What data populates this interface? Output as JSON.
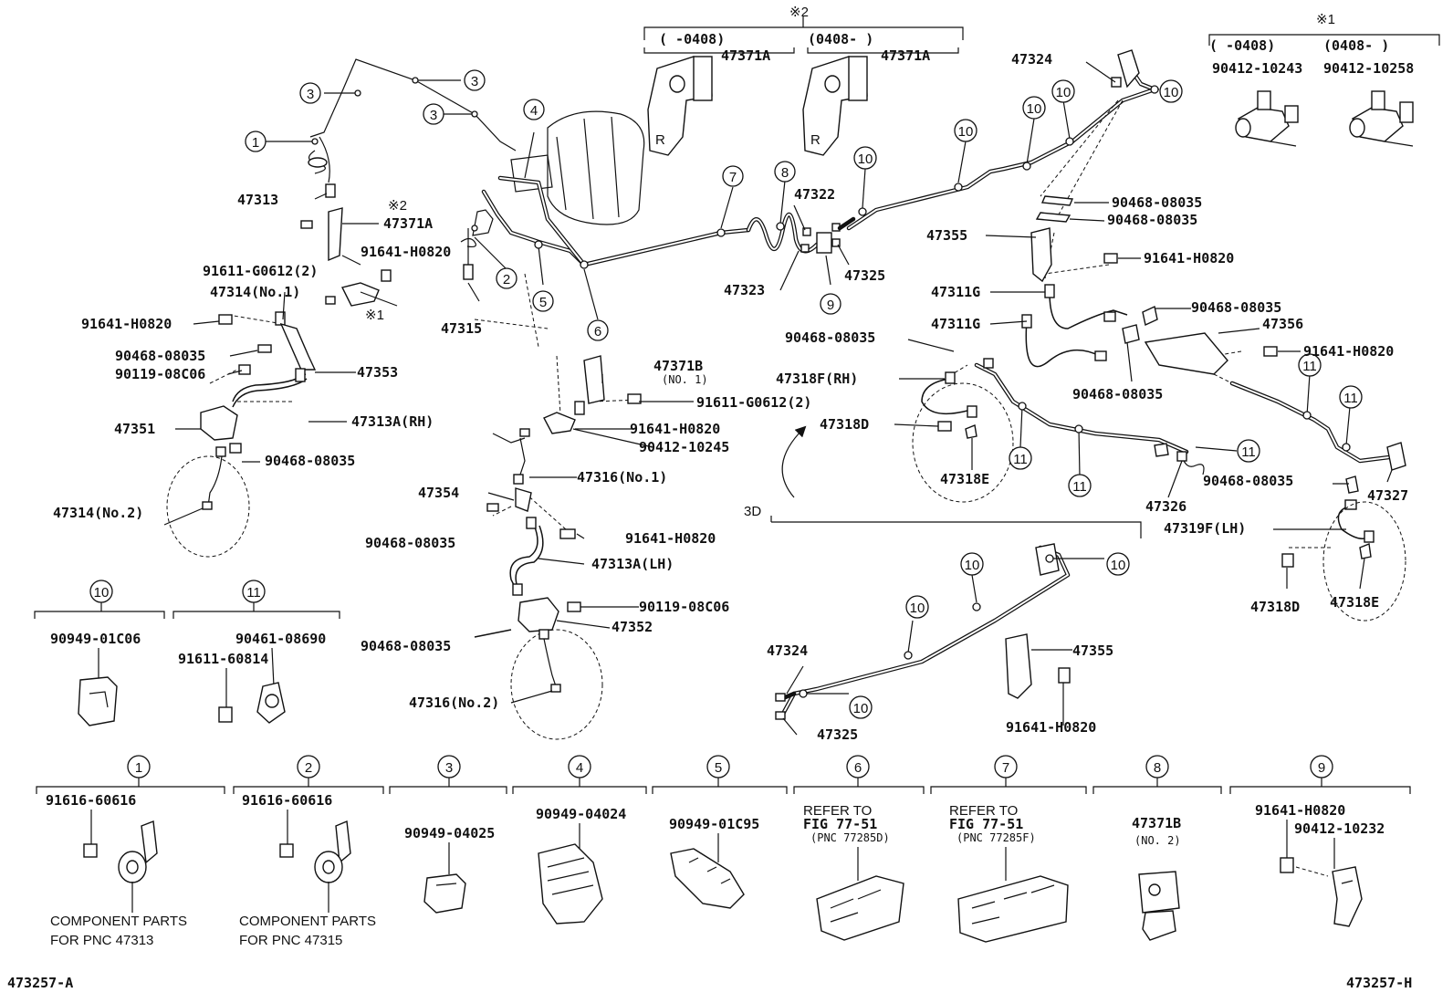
{
  "diagram": {
    "footer": {
      "left": "473257-A",
      "right": "473257-H"
    },
    "markers": {
      "x2": "※2",
      "x1": "※1"
    },
    "ranges": {
      "r1": "(   -0408)",
      "r2": "(0408-     )",
      "r3": "(   -0408)",
      "r4": "(0408-     )"
    },
    "circled": {
      "n1": "1",
      "n2": "2",
      "n3": "3",
      "n4": "4",
      "n5": "5",
      "n6": "6",
      "n7": "7",
      "n8": "8",
      "n9": "9",
      "n10": "10",
      "n11": "11"
    },
    "parts": {
      "p47371A": "47371A",
      "p47324": "47324",
      "p9041210243": "90412-10243",
      "p9041210258": "90412-10258",
      "p47313": "47313",
      "p47371A_x2": "47371A",
      "p91611G0612": "91611-G0612(2)",
      "p91641H0820": "91641-H0820",
      "p47314no1": "47314(No.1)",
      "p47315": "47315",
      "p47353": "47353",
      "p9046808035": "90468-08035",
      "p9011908C06": "90119-08C06",
      "p47313ARH": "47313A(RH)",
      "p47351": "47351",
      "p47314no2": "47314(No.2)",
      "p47322": "47322",
      "p47323": "47323",
      "p47325": "47325",
      "p47355": "47355",
      "p47311G": "47311G",
      "p47356": "47356",
      "p47371B": "47371B",
      "p47371Bno1": "(NO. 1)",
      "p9041210245": "90412-10245",
      "p47316no1": "47316(No.1)",
      "p47354": "47354",
      "p47313ALH": "47313A(LH)",
      "p47352": "47352",
      "p47316no2": "47316(No.2)",
      "p47318FRH": "47318F(RH)",
      "p47318D": "47318D",
      "p47318E": "47318E",
      "p47326": "47326",
      "p47327": "47327",
      "p47319FLH": "47319F(LH)",
      "p3D": "3D",
      "p9094901C06": "90949-01C06",
      "p9046108690": "90461-08690",
      "p9161160814": "91611-60814",
      "p9161660616": "91616-60616",
      "p9094904025": "90949-04025",
      "p9094904024": "90949-04024",
      "p9094901C95": "90949-01C95",
      "p9041210232": "90412-10232",
      "p47371Bno2": "(NO. 2)"
    },
    "notes": {
      "comp1a": "COMPONENT PARTS",
      "comp1b": "FOR PNC 47313",
      "comp2a": "COMPONENT PARTS",
      "comp2b": "FOR PNC 47315",
      "refer": "REFER TO",
      "fig": "FIG 77-51",
      "pncD": "(PNC 77285D)",
      "pncF": "(PNC 77285F)"
    }
  }
}
